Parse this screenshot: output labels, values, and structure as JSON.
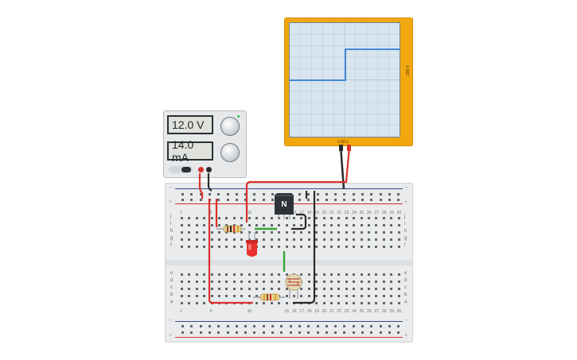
{
  "oscilloscope": {
    "vertical_scale": "200 V",
    "horizontal_scale": "1.00 s",
    "frame_color": "#f2a70f",
    "trace_color": "#2f7fd6"
  },
  "power_supply": {
    "voltage_display": "12.0 V",
    "current_display": "14.0 mA"
  },
  "breadboard": {
    "row_letters_top": [
      "j",
      "i",
      "h",
      "g",
      "f"
    ],
    "row_letters_bottom": [
      "e",
      "d",
      "c",
      "b",
      "a"
    ],
    "plus_sign": "+",
    "minus_sign": "−"
  },
  "transistor": {
    "label": "N"
  },
  "colors": {
    "wire_red": "#d9302c",
    "wire_black": "#2a2a2a",
    "wire_green": "#3aa635",
    "led_red": "#e8312b"
  }
}
